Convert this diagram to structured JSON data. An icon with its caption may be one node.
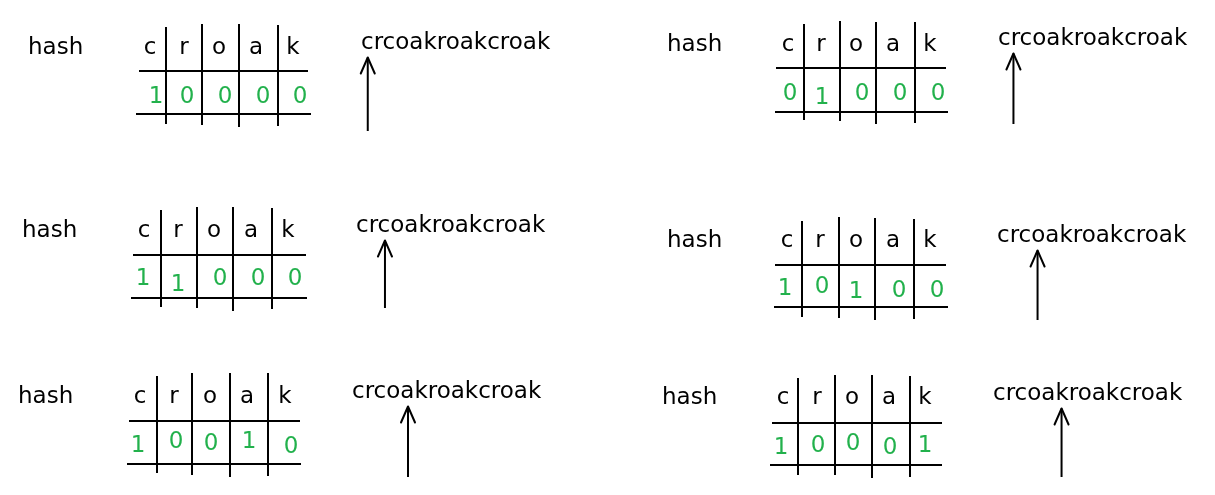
{
  "diagram": {
    "nodes": [
      {
        "text": [
          "crcoakroakcroak"
        ]
      },
      {
        "text": [
          "crcoakroakcroak"
        ]
      },
      {
        "text": [
          "crcoakroakcroak"
        ]
      },
      {
        "text": [
          "crcoakroakcroak"
        ]
      },
      {
        "text": [
          "crcoakroakcroak"
        ]
      },
      {
        "text": [
          "crcoakroakcroak"
        ]
      }
    ],
    "edges": [
      {
        "from": null,
        "to": 0,
        "arrow": "to"
      },
      {
        "from": null,
        "to": 1,
        "arrow": "to"
      },
      {
        "from": null,
        "to": 2,
        "arrow": "to"
      },
      {
        "from": null,
        "to": 3,
        "arrow": "to"
      },
      {
        "from": null,
        "to": 4,
        "arrow": "to"
      },
      {
        "from": null,
        "to": 5,
        "arrow": "to"
      }
    ],
    "labels": [
      "hash",
      "c",
      "r",
      "o",
      "a",
      "k",
      "1",
      "0",
      "0",
      "0",
      "0",
      "hash",
      "c",
      "r",
      "o",
      "a",
      "k",
      "0",
      "1",
      "0",
      "0",
      "0",
      "hash",
      "c",
      "r",
      "o",
      "a",
      "k",
      "1",
      "1",
      "0",
      "0",
      "0",
      "hash",
      "c",
      "r",
      "o",
      "a",
      "k",
      "1",
      "0",
      "1",
      "0",
      "0",
      "hash",
      "c",
      "r",
      "o",
      "a",
      "k",
      "1",
      "0",
      "0",
      "1",
      "0",
      "hash",
      "c",
      "r",
      "o",
      "a",
      "k",
      "1",
      "0",
      "0",
      "0",
      "1"
    ]
  }
}
